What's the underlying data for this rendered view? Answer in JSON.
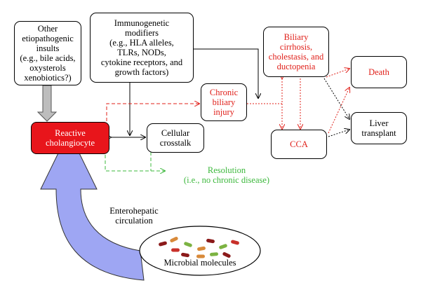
{
  "nodes": {
    "other_insults": "Other\netiopathogenic\ninsults\n(e.g., bile acids,\noxysterols\nxenobiotics?)",
    "immunogenetic": "Immunogenetic\nmodifiers\n(e.g., HLA alleles,\nTLRs, NODs,\ncytokine receptors, and\ngrowth factors)",
    "biliary_cirrhosis": "Biliary\ncirrhosis,\ncholestasis, and\nductopenia",
    "chronic_injury": "Chronic\nbiliary\ninjury",
    "death": "Death",
    "reactive": "Reactive\ncholangiocyte",
    "crosstalk": "Cellular\ncrosstalk",
    "cca": "CCA",
    "liver_transplant": "Liver\ntransplant",
    "resolution": "Resolution\n(i.e., no chronic disease)",
    "enterohepatic": "Enterohepatic\ncirculation",
    "microbial": "Microbial molecules"
  },
  "colors": {
    "red": "#e0201a",
    "green": "#3cb83c",
    "reactive_fill": "#e8151b",
    "big_arrow": "#9ea6f3",
    "gray_arrow": "#bdbdbd"
  },
  "microbe_colors": [
    "#8b1a1a",
    "#c8302a",
    "#7cb342",
    "#d88a3a"
  ]
}
